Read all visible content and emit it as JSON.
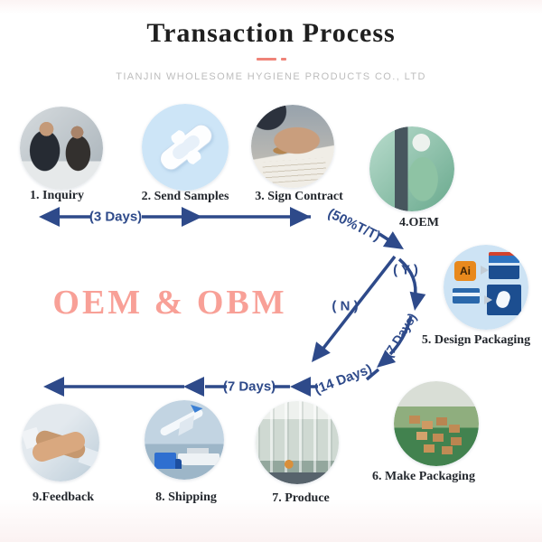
{
  "header": {
    "title": "Transaction Process",
    "subtitle": "TIANJIN WHOLESOME HYGIENE PRODUCTS CO., LTD"
  },
  "watermark": "OEM & OBM",
  "steps": [
    {
      "label": "1. Inquiry",
      "image": "business-meeting"
    },
    {
      "label": "2. Send Samples",
      "image": "sanitary-pad"
    },
    {
      "label": "3. Sign Contract",
      "image": "hand-signing-contract"
    },
    {
      "label": "4.OEM",
      "image": "factory-worker"
    },
    {
      "label": "5. Design Packaging",
      "image": "packaging-design",
      "icon_label": "Ai"
    },
    {
      "label": "6. Make Packaging",
      "image": "carton-warehouse"
    },
    {
      "label": "7. Produce",
      "image": "production-line"
    },
    {
      "label": "8. Shipping",
      "image": "plane-truck-ship"
    },
    {
      "label": "9.Feedback",
      "image": "handshake"
    }
  ],
  "flow": {
    "days3": "(3 Days)",
    "payment": "(50%T/T)",
    "yes": "( Y )",
    "no": "( N )",
    "days7_branch": "(7 Days)",
    "days14": "(14 Days)",
    "days7": "(7 Days)"
  },
  "colors": {
    "arrow": "#2e4a8a",
    "accent_salmon": "#f8a097",
    "divider_dash": "#ef8378",
    "subtitle_gray": "#bdbdbd",
    "step_label": "#23272d",
    "sample_circle_blue": "#cde5f7"
  }
}
